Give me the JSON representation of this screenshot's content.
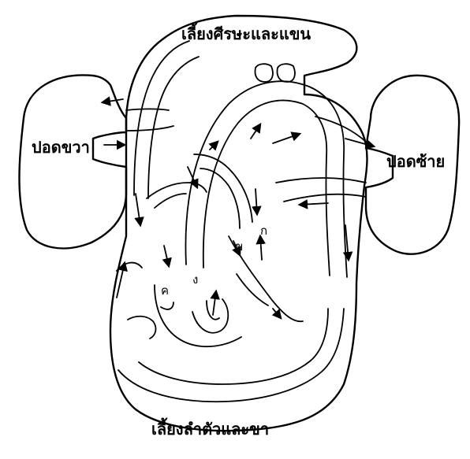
{
  "labels": {
    "top": "เลี้ยงศีรษะและแขน",
    "left_lung": "ปอดขวา",
    "right_lung": "ปอดซ้าย",
    "bottom": "เลี้ยงลำตัวและขา",
    "chamber_k": "ก",
    "chamber_kh": "ข",
    "chamber_kho": "ค",
    "chamber_ng": "ง"
  }
}
